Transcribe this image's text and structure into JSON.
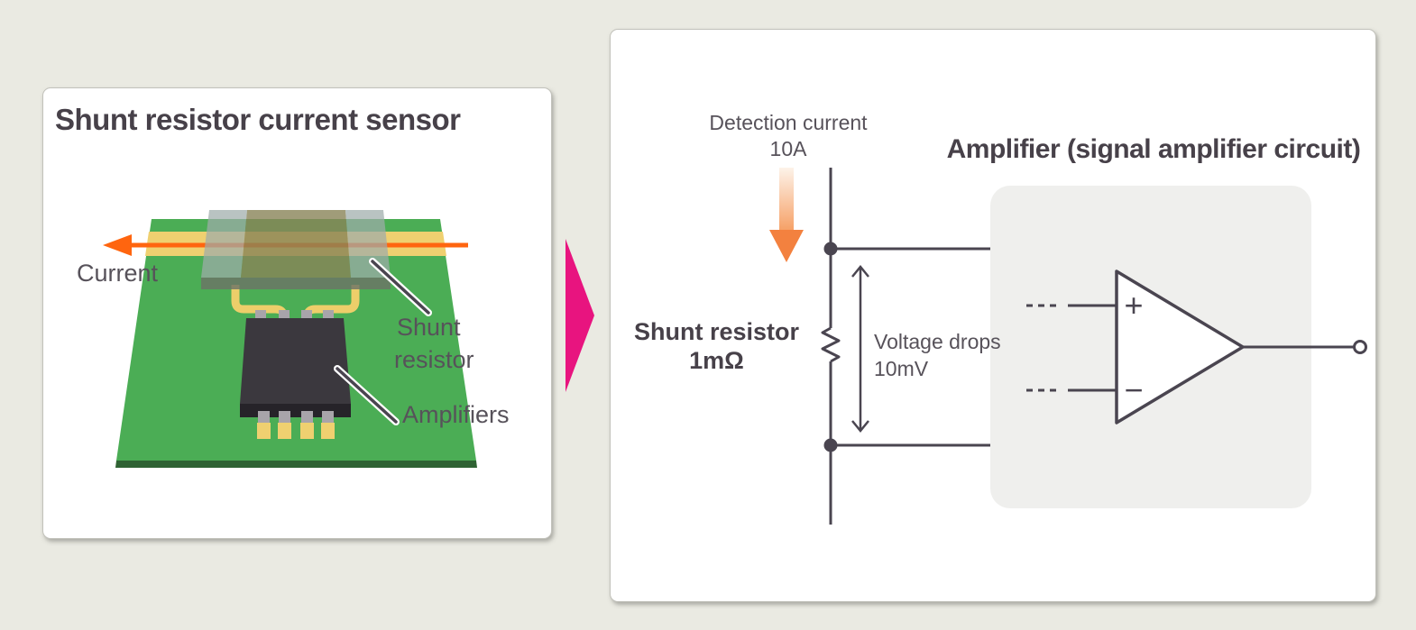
{
  "colors": {
    "background": "#EAEAE2",
    "panel": "#FFFFFF",
    "ink": "#4A4550",
    "label_gray": "#57525A",
    "accent_pink": "#E8147F",
    "accent_orange": "#FF650F",
    "pcb_green": "#4BAD55",
    "pcb_edge_green": "#2F6233",
    "trace_yellow": "#EFD070",
    "chip_dark": "#2A272C",
    "amp_box_gray": "#EFEFED"
  },
  "left_panel": {
    "title": "Shunt resistor current sensor",
    "labels": {
      "current": "Current",
      "shunt_line1": "Shunt",
      "shunt_line2": "resistor",
      "amplifiers": "Amplifiers"
    }
  },
  "right_panel": {
    "detection_line1": "Detection current",
    "detection_line2": "10A",
    "shunt_line1": "Shunt resistor",
    "shunt_line2": "1mΩ",
    "voltage_line1": "Voltage drops",
    "voltage_line2": "10mV",
    "amplifier_title": "Amplifier (signal amplifier circuit)",
    "opamp": {
      "plus": "+",
      "minus": "−"
    }
  }
}
